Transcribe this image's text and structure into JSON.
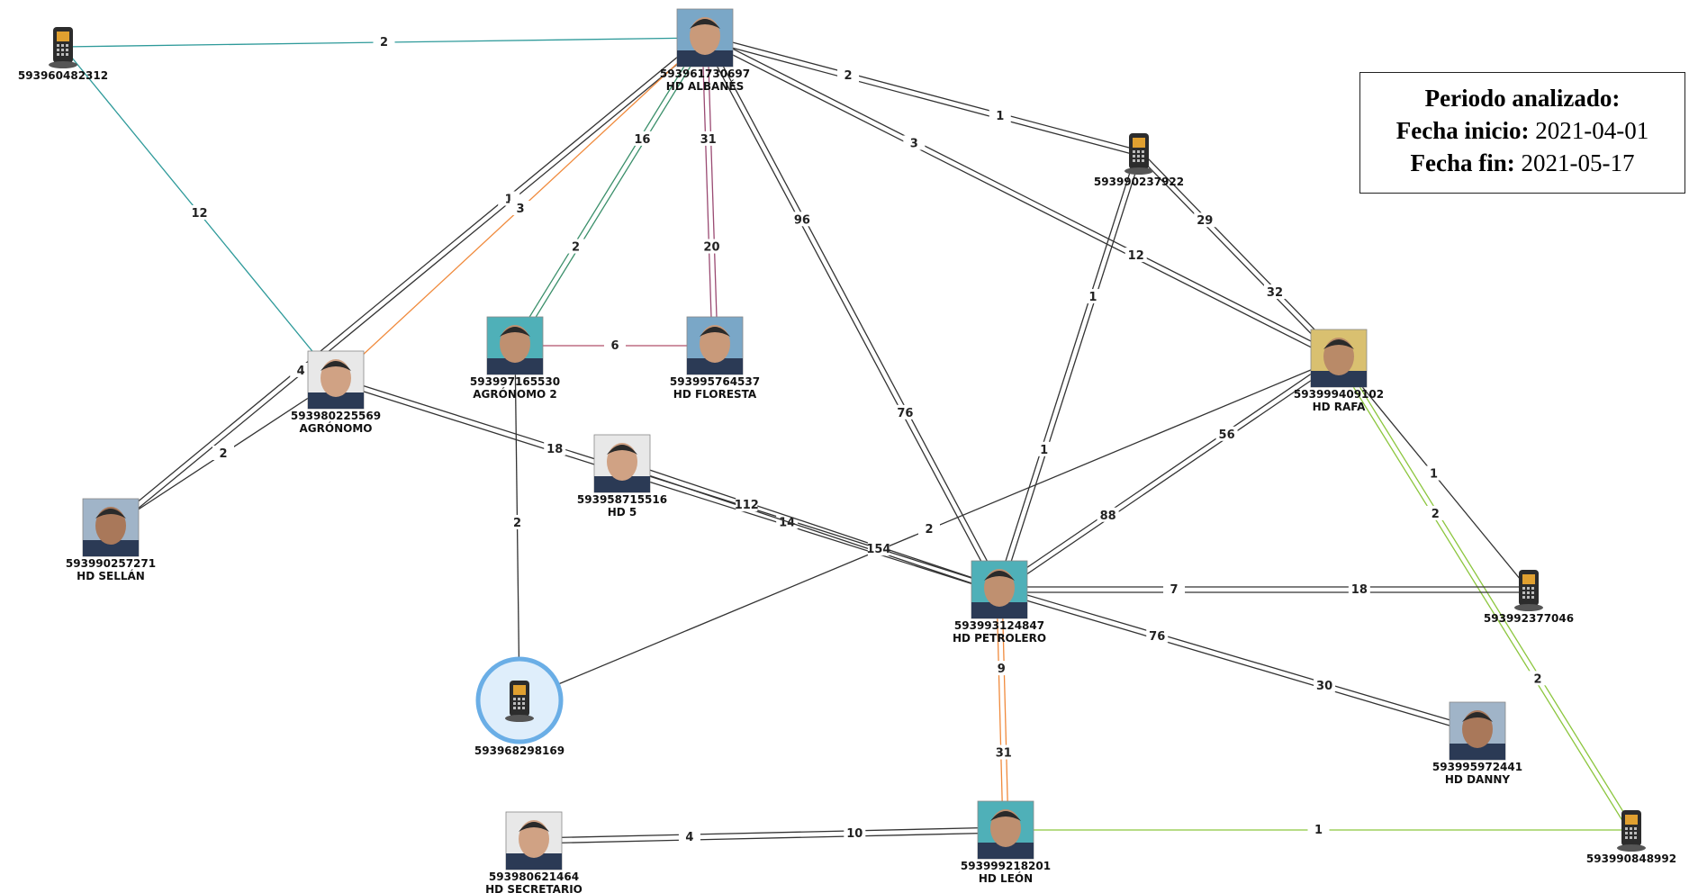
{
  "legend": {
    "title": "Periodo analizado:",
    "start_label": "Fecha inicio:",
    "start_value": "2021-04-01",
    "end_label": "Fecha fin:",
    "end_value": "2021-05-17"
  },
  "nodes": [
    {
      "id": "albanes",
      "number": "593961730697",
      "name": "HD ALBANÉS",
      "kind": "photo"
    },
    {
      "id": "p960",
      "number": "593960482312",
      "name": "",
      "kind": "phone"
    },
    {
      "id": "p237",
      "number": "593990237922",
      "name": "",
      "kind": "phone"
    },
    {
      "id": "agro",
      "number": "593980225569",
      "name": "AGRÓNOMO",
      "kind": "photo"
    },
    {
      "id": "agro2",
      "number": "593997165530",
      "name": "AGRÓNOMO 2",
      "kind": "photo"
    },
    {
      "id": "floresta",
      "number": "593995764537",
      "name": "HD FLORESTA",
      "kind": "photo"
    },
    {
      "id": "rafa",
      "number": "593999409102",
      "name": "HD RAFA",
      "kind": "photo"
    },
    {
      "id": "sellan",
      "number": "593990257271",
      "name": "HD SELLÁN",
      "kind": "photo"
    },
    {
      "id": "hd5",
      "number": "593958715516",
      "name": "HD 5",
      "kind": "photo"
    },
    {
      "id": "petrolero",
      "number": "593993124847",
      "name": "HD PETROLERO",
      "kind": "photo"
    },
    {
      "id": "p377",
      "number": "593992377046",
      "name": "",
      "kind": "phone"
    },
    {
      "id": "p968",
      "number": "593968298169",
      "name": "",
      "kind": "phone-selected"
    },
    {
      "id": "danny",
      "number": "593995972441",
      "name": "HD DANNY",
      "kind": "photo"
    },
    {
      "id": "secretario",
      "number": "593980621464",
      "name": "HD SECRETARIO",
      "kind": "photo"
    },
    {
      "id": "leon",
      "number": "593999218201",
      "name": "HD LEÓN",
      "kind": "photo"
    },
    {
      "id": "p848",
      "number": "593990848992",
      "name": "",
      "kind": "phone"
    }
  ],
  "edges": [
    {
      "from": "p960",
      "to": "albanes",
      "count": "2",
      "color": "#2e9a9a"
    },
    {
      "from": "p960",
      "to": "agro",
      "count": "12",
      "color": "#2e9a9a"
    },
    {
      "from": "albanes",
      "to": "sellan",
      "count": "1",
      "count2": "4",
      "color": "#333333"
    },
    {
      "from": "albanes",
      "to": "agro",
      "count": "3",
      "color": "#f08a3c"
    },
    {
      "from": "albanes",
      "to": "agro2",
      "count": "16",
      "count2": "2",
      "color": "#3a8f6a"
    },
    {
      "from": "albanes",
      "to": "floresta",
      "count": "31",
      "count2": "20",
      "color": "#9a4a72"
    },
    {
      "from": "albanes",
      "to": "rafa",
      "count": "3",
      "count2": "12",
      "color": "#333333"
    },
    {
      "from": "albanes",
      "to": "p237",
      "count": "2",
      "count2": "1",
      "color": "#333333"
    },
    {
      "from": "albanes",
      "to": "petrolero",
      "count": "96",
      "count2": "76",
      "color": "#333333"
    },
    {
      "from": "agro2",
      "to": "floresta",
      "count": "6",
      "color": "#b0506a"
    },
    {
      "from": "agro",
      "to": "sellan",
      "count": "2",
      "color": "#333333"
    },
    {
      "from": "agro",
      "to": "petrolero",
      "count": "18",
      "count2": "14",
      "color": "#333333"
    },
    {
      "from": "agro2",
      "to": "p968",
      "count": "2",
      "color": "#333333"
    },
    {
      "from": "p237",
      "to": "rafa",
      "count": "29",
      "count2": "32",
      "color": "#333333"
    },
    {
      "from": "p237",
      "to": "petrolero",
      "count": "1",
      "count2": "1",
      "color": "#333333"
    },
    {
      "from": "rafa",
      "to": "petrolero",
      "count": "56",
      "count2": "88",
      "color": "#333333"
    },
    {
      "from": "rafa",
      "to": "p377",
      "count": "1",
      "color": "#333333"
    },
    {
      "from": "rafa",
      "to": "p968",
      "count": "2",
      "color": "#333333"
    },
    {
      "from": "rafa",
      "to": "p848",
      "count": "2",
      "count2": "2",
      "color": "#8cc63e"
    },
    {
      "from": "hd5",
      "to": "petrolero",
      "count": "112",
      "count2": "154",
      "color": "#333333"
    },
    {
      "from": "petrolero",
      "to": "p377",
      "count": "7",
      "count2": "18",
      "color": "#333333"
    },
    {
      "from": "petrolero",
      "to": "danny",
      "count": "76",
      "count2": "30",
      "color": "#333333"
    },
    {
      "from": "petrolero",
      "to": "leon",
      "count": "9",
      "count2": "31",
      "color": "#f08a3c"
    },
    {
      "from": "secretario",
      "to": "leon",
      "count": "4",
      "count2": "10",
      "color": "#333333"
    },
    {
      "from": "leon",
      "to": "p848",
      "count": "1",
      "color": "#8cc63e"
    }
  ]
}
